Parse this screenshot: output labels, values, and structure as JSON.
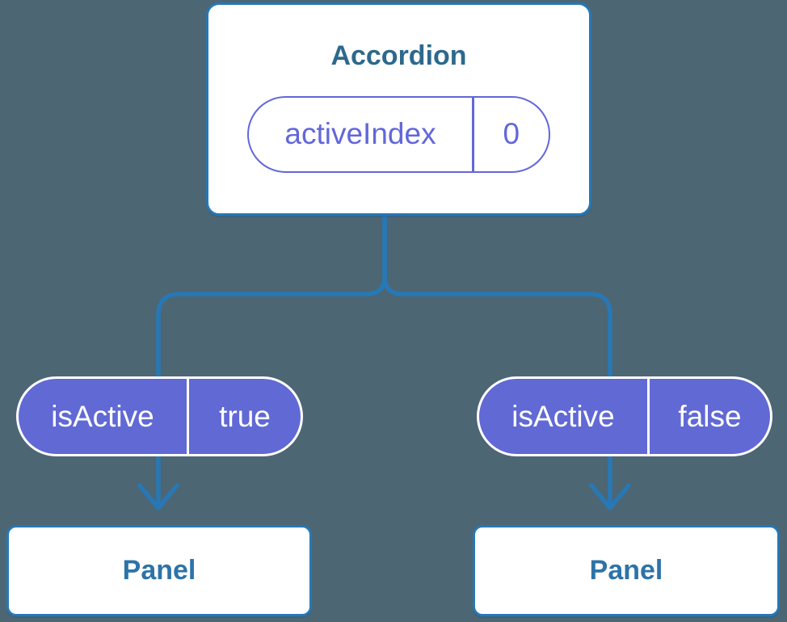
{
  "background_color": "#4D6673",
  "colors": {
    "connector": "#2778B5",
    "card_border": "#2778B5",
    "card_background": "#FFFFFF",
    "root_title_text": "#2D698C",
    "panel_title_text": "#2D73A8",
    "prop_pill_fill": "#6169D5",
    "prop_pill_border": "#FFFFFF",
    "prop_pill_text": "#FFFFFF",
    "state_pill_outline": "#6267DA",
    "state_pill_text": "#6267DA"
  },
  "diagram": {
    "type": "component-tree",
    "root": {
      "title": "Accordion",
      "state_pill": {
        "label": "activeIndex",
        "value": "0"
      }
    },
    "branches": [
      {
        "prop_pill": {
          "label": "isActive",
          "value": "true"
        },
        "child": {
          "title": "Panel"
        }
      },
      {
        "prop_pill": {
          "label": "isActive",
          "value": "false"
        },
        "child": {
          "title": "Panel"
        }
      }
    ]
  }
}
